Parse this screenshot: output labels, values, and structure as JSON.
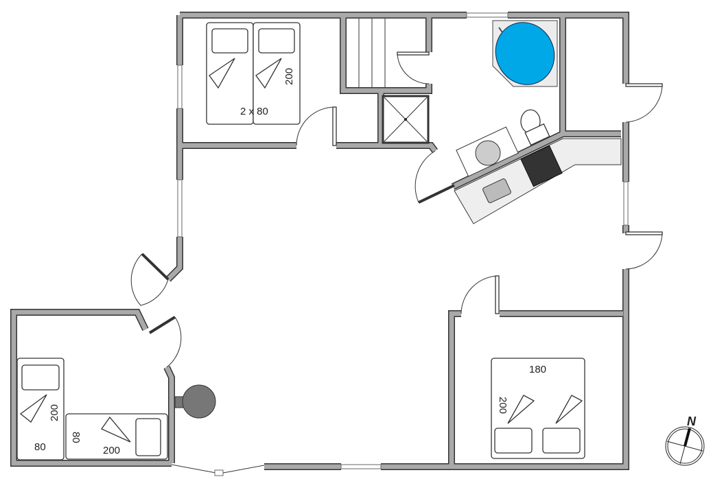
{
  "plan": {
    "labels": {
      "bedroom1_bed_size": "2 x 80",
      "bedroom1_bed_length": "200",
      "bedroom2_bed1_length": "200",
      "bedroom2_bed1_width": "80",
      "bedroom2_bed2_width": "80",
      "bedroom2_bed2_length": "200",
      "bedroom3_bed_width": "180",
      "bedroom3_bed_length": "200"
    },
    "compass": {
      "label": "N"
    },
    "colors": {
      "wall": "#a9a9a9",
      "wall_outline": "#333333",
      "bathtub_water": "#00a8e8",
      "stove": "#777777"
    }
  }
}
